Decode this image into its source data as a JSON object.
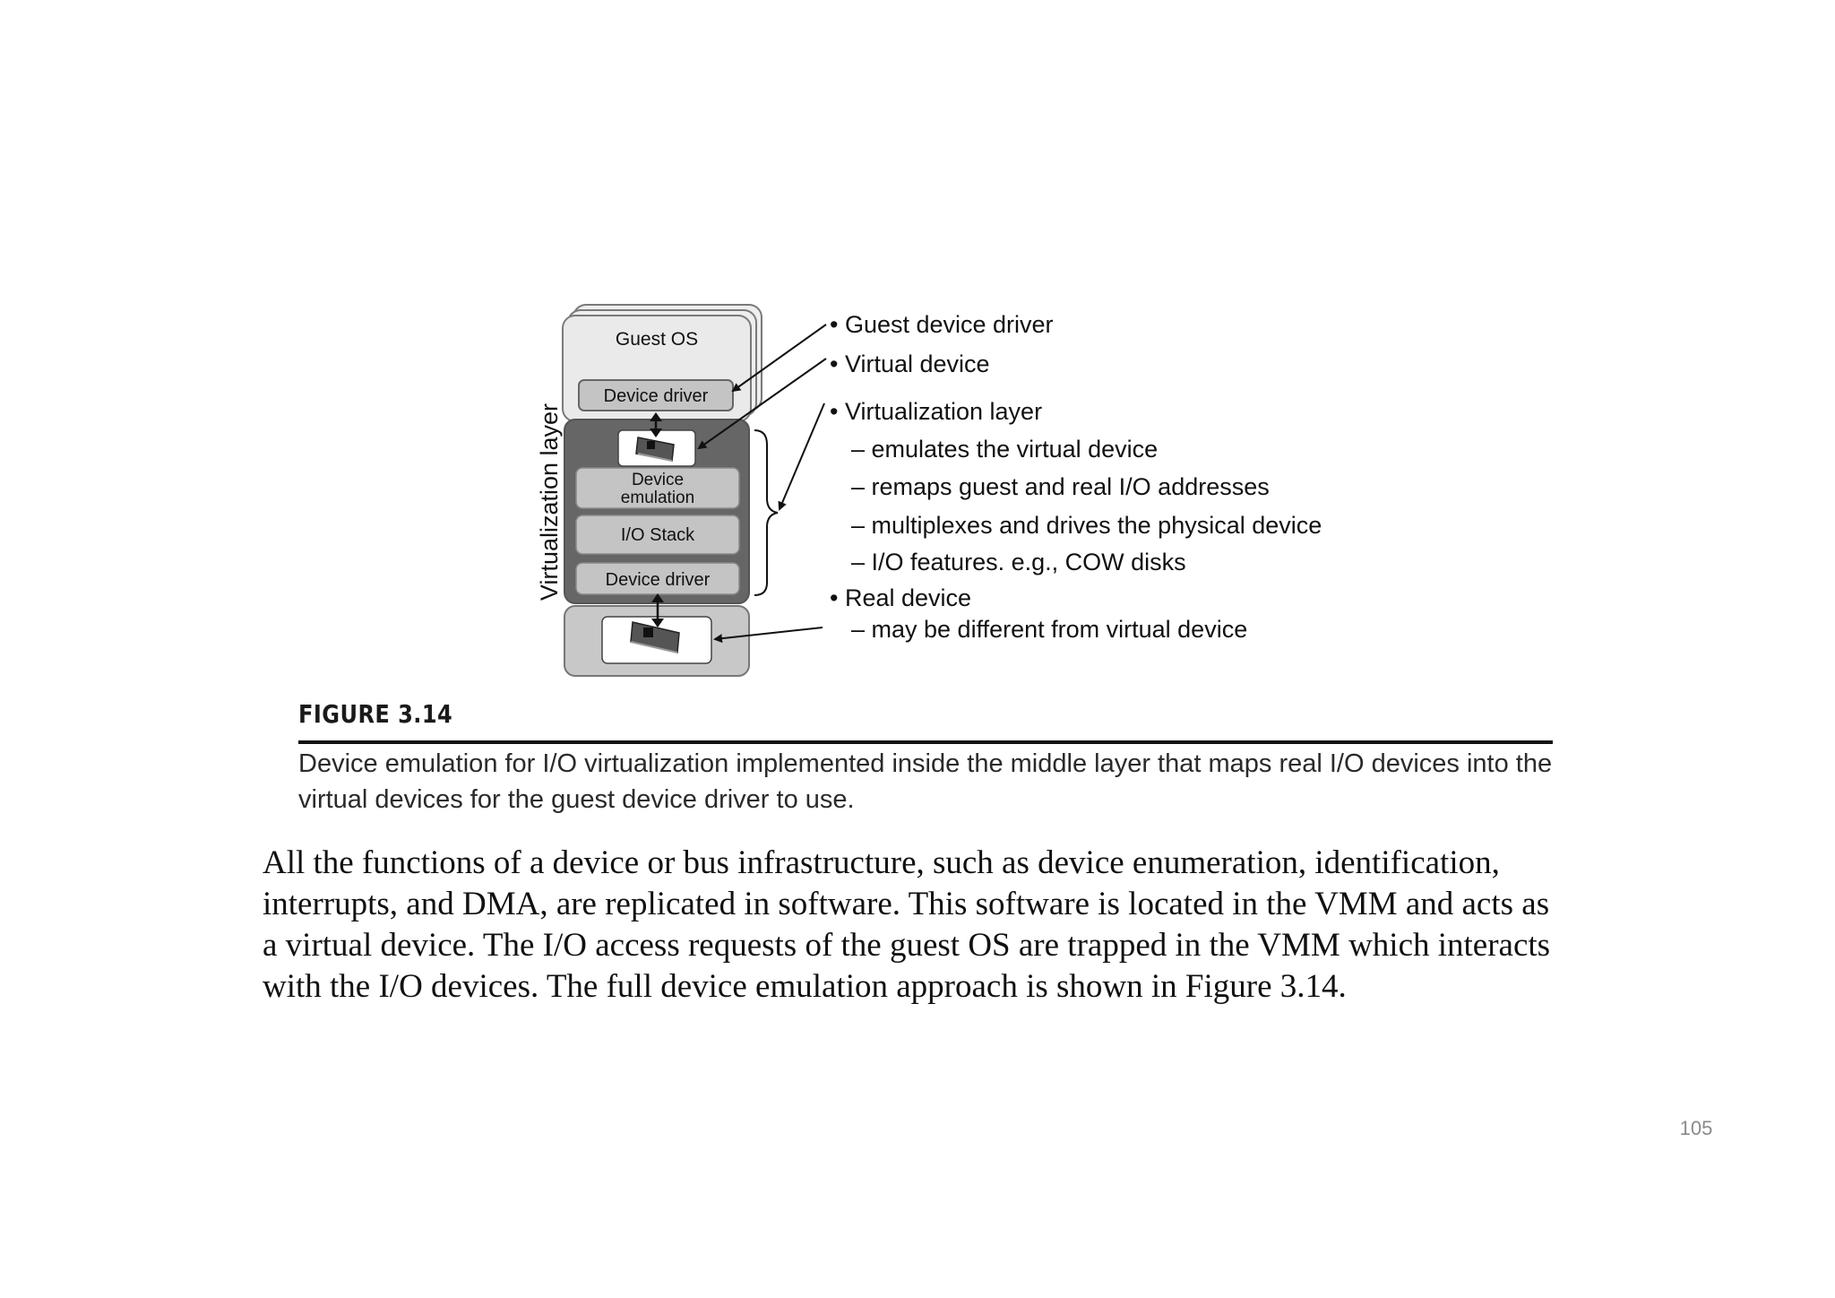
{
  "figure": {
    "guest_os_label": "Guest OS",
    "guest_driver_label": "Device driver",
    "side_label": "Virtualization layer",
    "device_emulation_line1": "Device",
    "device_emulation_line2": "emulation",
    "io_stack_label": "I/O Stack",
    "host_driver_label": "Device driver",
    "annotations": {
      "guest_device_driver": "• Guest device driver",
      "virtual_device": "• Virtual device",
      "virtualization_layer": "• Virtualization layer",
      "emulates": "– emulates the virtual device",
      "remaps": "– remaps guest and real I/O addresses",
      "multiplexes": "– multiplexes and drives the physical device",
      "io_features": "– I/O features. e.g., COW disks",
      "real_device": "• Real device",
      "may_be_different": "– may be different from virtual device"
    },
    "caption_title": "FIGURE 3.14",
    "caption_line1": "Device emulation for I/O virtualization implemented inside the middle layer that maps real I/O devices into the",
    "caption_line2": "virtual devices for the guest device driver to use."
  },
  "body": {
    "line1": "All the functions of a device or bus infrastructure, such as device enumeration, identification,",
    "line2": "interrupts, and DMA, are replicated in software. This software is located in the VMM and acts as",
    "line3": "a virtual device. The I/O access requests of the guest OS are trapped in the VMM which interacts",
    "line4": "with the I/O devices. The full device emulation approach is shown in Figure 3.14."
  },
  "page_number": "105"
}
